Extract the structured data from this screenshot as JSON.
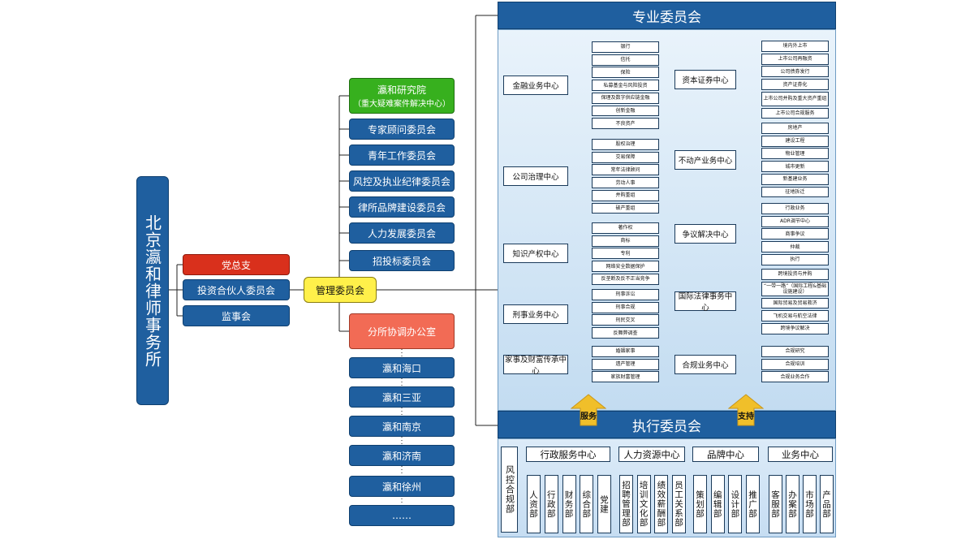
{
  "firm": "北京瀛和律师事务所",
  "party": "党总支",
  "partner_committee": "投资合伙人委员会",
  "supervisory": "监事会",
  "management": "管理委员会",
  "institute": {
    "line1": "瀛和研究院",
    "line2": "（重大疑难案件解决中心）"
  },
  "committees": [
    "专家顾问委员会",
    "青年工作委员会",
    "风控及执业纪律委员会",
    "律所品牌建设委员会",
    "人力发展委员会",
    "招投标委员会"
  ],
  "branch_office": "分所协调办公室",
  "branches": [
    "瀛和海口",
    "瀛和三亚",
    "瀛和南京",
    "瀛和济南",
    "瀛和徐州",
    "……"
  ],
  "professional_title": "专业委员会",
  "execution_title": "执行委员会",
  "arrows": {
    "serve": "服务",
    "support": "支持"
  },
  "left_centers": [
    {
      "name": "金融业务中心",
      "items": [
        "银行",
        "信托",
        "保险",
        "私募基金与风险投资",
        "保理及数字供应链金融",
        "创新金融",
        "不良资产"
      ]
    },
    {
      "name": "公司治理中心",
      "items": [
        "股权治理",
        "交易保障",
        "常年法律顾问",
        "劳动人事",
        "并购重组",
        "破产重组"
      ]
    },
    {
      "name": "知识产权中心",
      "items": [
        "著作权",
        "商标",
        "专利",
        "网络安全数据保护",
        "反垄断及反不正当竞争"
      ]
    },
    {
      "name": "刑事业务中心",
      "items": [
        "刑事诉讼",
        "刑事合规",
        "刑民交叉",
        "反舞弊调查"
      ]
    },
    {
      "name": "家事及财富传承中心",
      "items": [
        "婚姻家事",
        "遗产管理",
        "家族财富管理"
      ]
    }
  ],
  "right_centers": [
    {
      "name": "资本证券中心",
      "items": [
        "境内外上市",
        "上市公司再融资",
        "公司债券发行",
        "资产证券化",
        "上市公司并购及重大资产重组",
        "上市公司合规服务"
      ]
    },
    {
      "name": "不动产业务中心",
      "items": [
        "房地产",
        "建设工程",
        "物业管理",
        "城市更新",
        "新基建业务",
        "征地拆迁"
      ]
    },
    {
      "name": "争议解决中心",
      "items": [
        "行政业务",
        "ADR调节中心",
        "商事争议",
        "仲裁",
        "执行"
      ]
    },
    {
      "name": "国际法律事务中心",
      "items": [
        "跨境投资与并购",
        "“一带一路”（国际工程&基础设施建设）",
        "国际贸易及贸易救济",
        "飞机交易与航空法律",
        "跨境争议解决"
      ]
    },
    {
      "name": "合规业务中心",
      "items": [
        "合规研究",
        "合规培训",
        "合规业务合作"
      ]
    }
  ],
  "exec": {
    "risk": "风控合规部",
    "groups": [
      {
        "name": "行政服务中心",
        "depts": [
          "人资部",
          "行政部",
          "财务部",
          "综合部",
          "党建"
        ]
      },
      {
        "name": "人力资源中心",
        "depts": [
          "招聘管理部",
          "培训文化部",
          "绩效薪酬部",
          "员工关系部"
        ]
      },
      {
        "name": "品牌中心",
        "depts": [
          "策划部",
          "编辑部",
          "设计部",
          "推广部"
        ]
      },
      {
        "name": "业务中心",
        "depts": [
          "客服部",
          "办案部",
          "市场部",
          "产品部"
        ]
      }
    ]
  },
  "colors": {
    "blue": "#1f5f9f",
    "red": "#d9301c",
    "yellow": "#fff04a",
    "green": "#37b01e",
    "salmon": "#f26b55",
    "panel": "#cde3f4",
    "arrow": "#f0bf2a"
  }
}
